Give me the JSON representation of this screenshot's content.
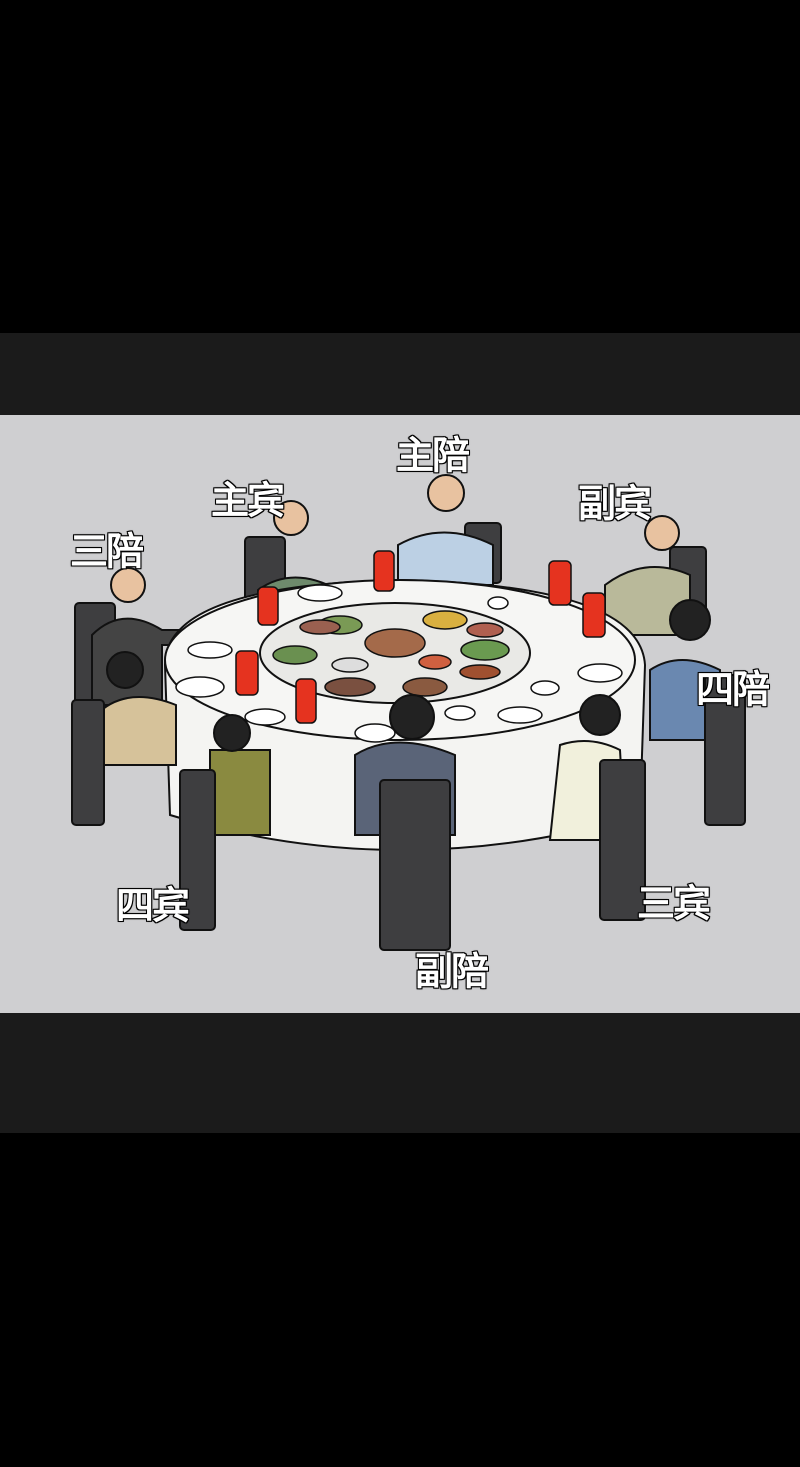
{
  "labels": {
    "host": "主陪",
    "main_guest": "主宾",
    "second_guest": "副宾",
    "third_host": "三陪",
    "fourth_host": "四陪",
    "fourth_guest": "四宾",
    "third_guest": "三宾",
    "deputy_host": "副陪"
  },
  "colors": {
    "background": "#cfcfd1",
    "table": "#f4f4f2",
    "bottle": "#e5331f",
    "chair": "#3e3e40"
  }
}
